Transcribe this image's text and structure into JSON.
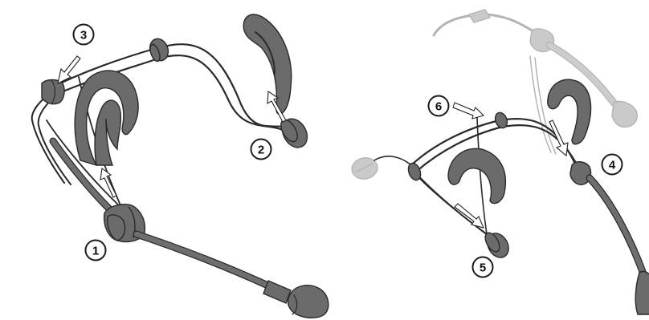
{
  "figure": {
    "callouts": [
      {
        "id": "1",
        "label": "1"
      },
      {
        "id": "2",
        "label": "2"
      },
      {
        "id": "3",
        "label": "3"
      },
      {
        "id": "4",
        "label": "4"
      },
      {
        "id": "5",
        "label": "5"
      },
      {
        "id": "6",
        "label": "6"
      }
    ],
    "colors": {
      "headset_fill": "#6b6b6b",
      "outline": "#2a2a2a",
      "ghost_opacity": "0.35"
    }
  }
}
